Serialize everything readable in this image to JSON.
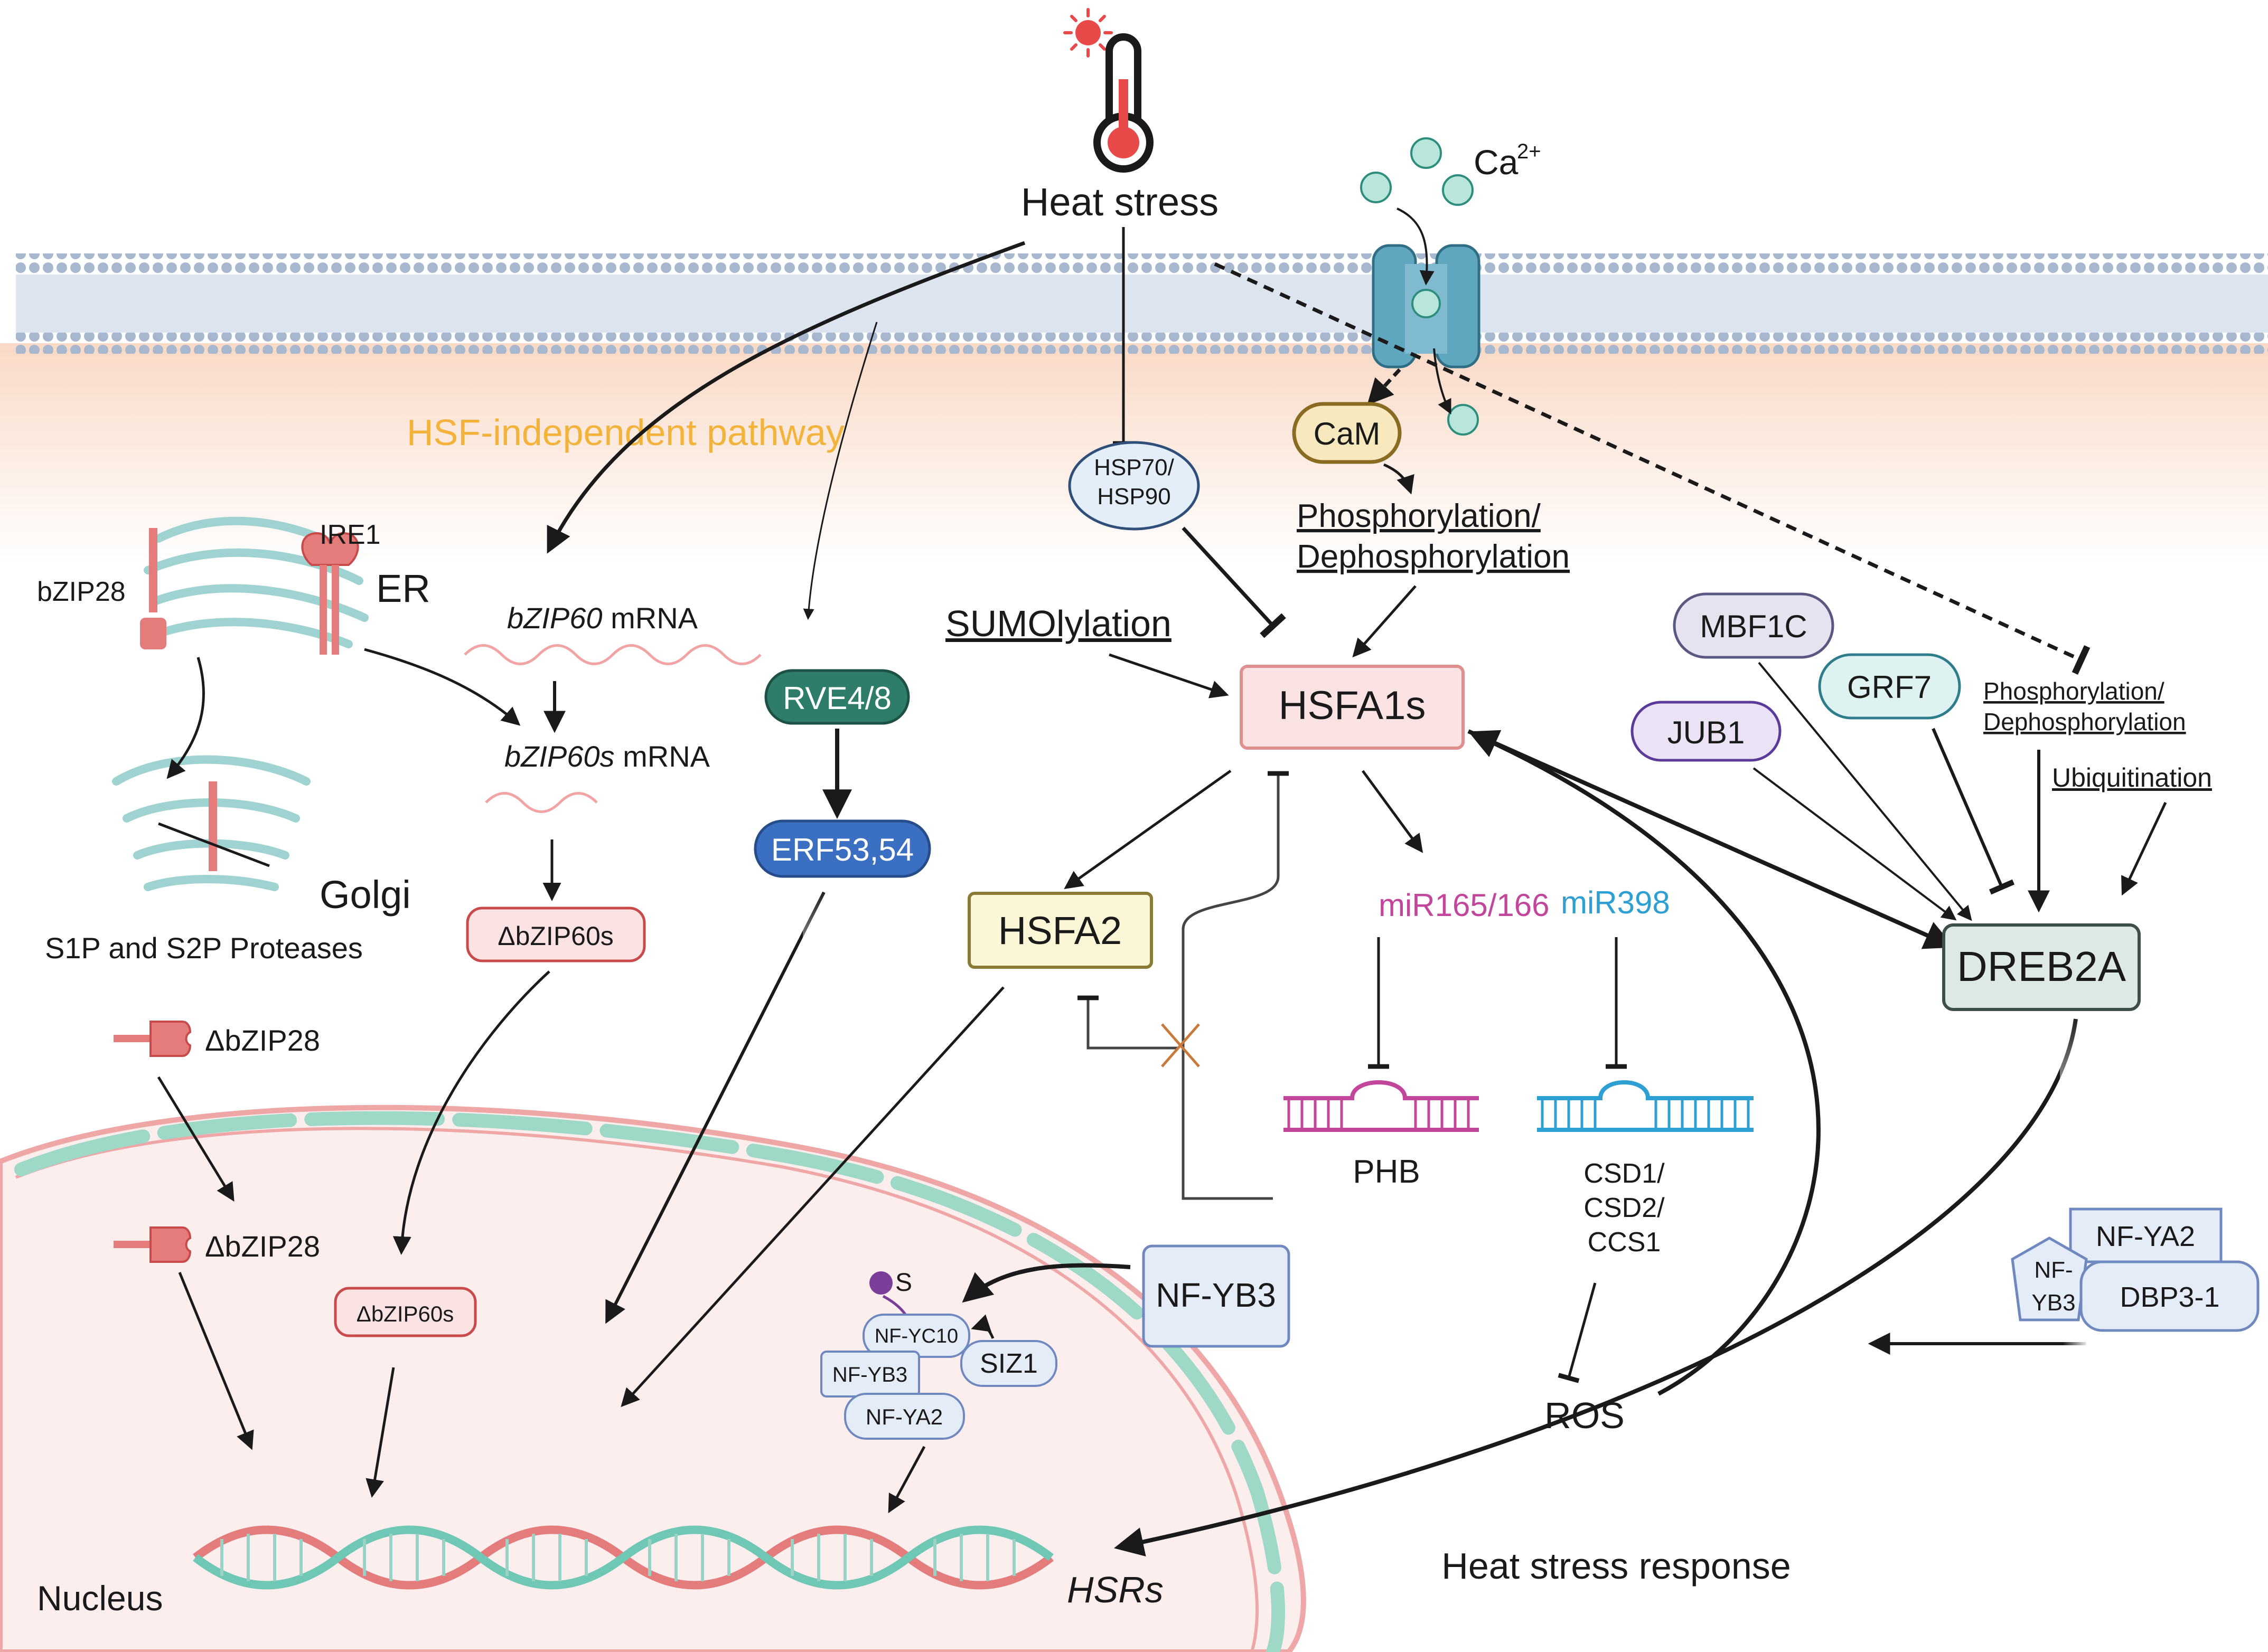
{
  "labels": {
    "heat_stress": "Heat stress",
    "calcium": "Ca",
    "calcium_sup": "2+",
    "hsf_independent": "HSF-independent pathway",
    "hsp70_90_line1": "HSP70/",
    "hsp70_90_line2": "HSP90",
    "cam": "CaM",
    "phospho1_line1": "Phosphorylation/",
    "phospho1_line2": "Dephosphorylation",
    "sumoylation": "SUMOlylation",
    "hsfa1s": "HSFA1s",
    "hsfa2": "HSFA2",
    "mir165": "miR165/166",
    "mir398": "miR398",
    "phb": "PHB",
    "csd_line1": "CSD1/",
    "csd_line2": "CSD2/",
    "csd_line3": "CCS1",
    "ros": "ROS",
    "mbf1c": "MBF1C",
    "grf7": "GRF7",
    "jub1": "JUB1",
    "phospho2_line1": "Phosphorylation/",
    "phospho2_line2": "Dephosphorylation",
    "ubiquitination": "Ubiquitination",
    "dreb2a": "DREB2A",
    "nf_ya2": "NF-YA2",
    "nf_yb3_small_line1": "NF-",
    "nf_yb3_small_line2": "YB3",
    "dbp3": "DBP3-1",
    "heat_stress_response": "Heat stress response",
    "ire1": "IRE1",
    "er": "ER",
    "bzip28": "bZIP28",
    "golgi": "Golgi",
    "s1p_s2p": "S1P and S2P Proteases",
    "bzip60_mrna_gene": "bZIP60",
    "bzip60_mrna_suffix": " mRNA",
    "bzip60s_mrna_gene": "bZIP60s",
    "bzip60s_mrna_suffix": " mRNA",
    "dbzip60s": "ΔbZIP60s",
    "dbzip60s_nuc": "ΔbZIP60s",
    "dbzip28_a": "ΔbZIP28",
    "dbzip28_b": "ΔbZIP28",
    "rve48": "RVE4/8",
    "erf5354": "ERF53,54",
    "nf_yb3": "NF-YB3",
    "sumo_s": "S",
    "nf_yc10": "NF-YC10",
    "siz1": "SIZ1",
    "nf_yb3_complex": "NF-YB3",
    "nf_ya2_complex": "NF-YA2",
    "nucleus": "Nucleus",
    "hsrs": "HSRs"
  },
  "colors": {
    "membrane": "#9fb1c9",
    "cytoplasm_top": "#f9d9c6",
    "nucleus_fill": "#fdeeee",
    "nucleus_border": "#efa6a6",
    "nucleus_pores": "#9ed9c8",
    "hsf_independent_text": "#f3b23a",
    "mir165_text": "#c2469b",
    "mir398_text": "#2e9fd3",
    "hsfa1s_fill": "#fbe3e3",
    "hsfa2_fill": "#fbf6d5",
    "dreb2a_fill": "#dde9e3",
    "rve48_fill": "#2e7d6a",
    "erf5354_fill": "#3a6fc2"
  },
  "icons": [
    "thermometer-icon",
    "sun-icon",
    "calcium-channel-icon",
    "er-organelle-icon",
    "golgi-organelle-icon",
    "dna-helix-icon",
    "rna-hairpin-icon",
    "receptor-icon"
  ]
}
